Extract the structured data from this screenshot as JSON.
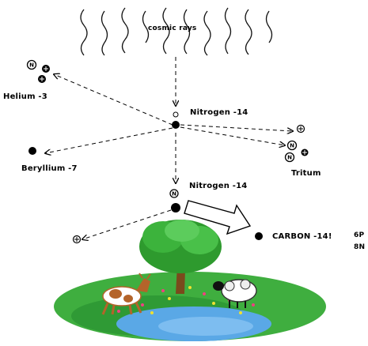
{
  "labels": {
    "cosmic_rays": "cosmic rays",
    "helium": "Helium -3",
    "nitrogen_top": "Nitrogen -14",
    "beryllium": "Beryllium -7",
    "tritium": "Tritum",
    "nitrogen_mid": "Nitrogen -14",
    "carbon": "CARBON -14!",
    "edge_top": "6P",
    "edge_bottom": "8N"
  },
  "symbols": {
    "neutron": "N"
  },
  "colors": {
    "ink": "#000000",
    "tree_leaves": "#2e9a2e",
    "grass": "#3fae3f",
    "water": "#5aa8e6",
    "trunk": "#7a4a1c",
    "cow_brown": "#b4642a"
  }
}
